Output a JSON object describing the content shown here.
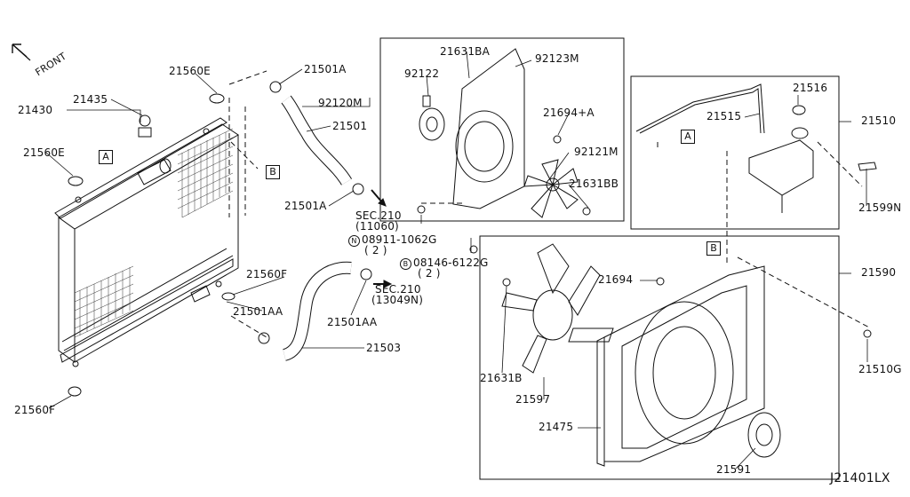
{
  "diagram_code": "J21401LX",
  "front_label": "FRONT",
  "refs": {
    "a": "A",
    "b": "B"
  },
  "parts": {
    "p21560E_top": "21560E",
    "p21435": "21435",
    "p21430": "21430",
    "p21560E_left": "21560E",
    "p21501A_top": "21501A",
    "p92120M": "92120M",
    "p21501": "21501",
    "p21501A_mid": "21501A",
    "sec210_a": "SEC.210",
    "sec210_a_sub": "(11060)",
    "p08911": "08911-1062G",
    "p08911_qty": "( 2 )",
    "p08146": "08146-6122G",
    "p08146_qty": "( 2 )",
    "sec210_b": "SEC.210",
    "sec210_b_sub": "(13049N)",
    "p21560F_mid": "21560F",
    "p21501AA_left": "21501AA",
    "p21501AA_mid": "21501AA",
    "p21503": "21503",
    "p21560F_bot": "21560F",
    "p21631BA": "21631BA",
    "p92123M": "92123M",
    "p92122": "92122",
    "p21694A": "21694+A",
    "p92121M": "92121M",
    "p21631BB": "21631BB",
    "p21516": "21516",
    "p21515": "21515",
    "p21510": "21510",
    "p21599N": "21599N",
    "p21590": "21590",
    "p21694": "21694",
    "p21510G": "21510G",
    "p21631B": "21631B",
    "p21597": "21597",
    "p21475": "21475",
    "p21591": "21591"
  },
  "badges": {
    "n": "N",
    "b": "B"
  }
}
